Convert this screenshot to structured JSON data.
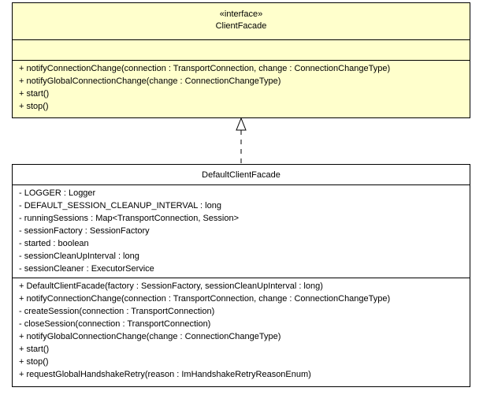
{
  "interface": {
    "stereotype": "«interface»",
    "name": "ClientFacade",
    "attributes": [],
    "methods": [
      "+ notifyConnectionChange(connection : TransportConnection, change : ConnectionChangeType)",
      "+ notifyGlobalConnectionChange(change : ConnectionChangeType)",
      "+ start()",
      "+ stop()"
    ]
  },
  "implementation": {
    "name": "DefaultClientFacade",
    "attributes": [
      "- LOGGER : Logger",
      "- DEFAULT_SESSION_CLEANUP_INTERVAL : long",
      "- runningSessions : Map<TransportConnection, Session>",
      "- sessionFactory : SessionFactory",
      "- started : boolean",
      "- sessionCleanUpInterval : long",
      "- sessionCleaner : ExecutorService"
    ],
    "methods": [
      "+ DefaultClientFacade(factory : SessionFactory, sessionCleanUpInterval : long)",
      "+ notifyConnectionChange(connection : TransportConnection, change : ConnectionChangeType)",
      "- createSession(connection : TransportConnection)",
      "- closeSession(connection : TransportConnection)",
      "+ notifyGlobalConnectionChange(change : ConnectionChangeType)",
      "+ start()",
      "+ stop()",
      "+ requestGlobalHandshakeRetry(reason : ImHandshakeRetryReasonEnum)"
    ]
  },
  "colors": {
    "interface_fill": "#ffffcc",
    "class_fill": "#ffffff",
    "line": "#000000"
  }
}
